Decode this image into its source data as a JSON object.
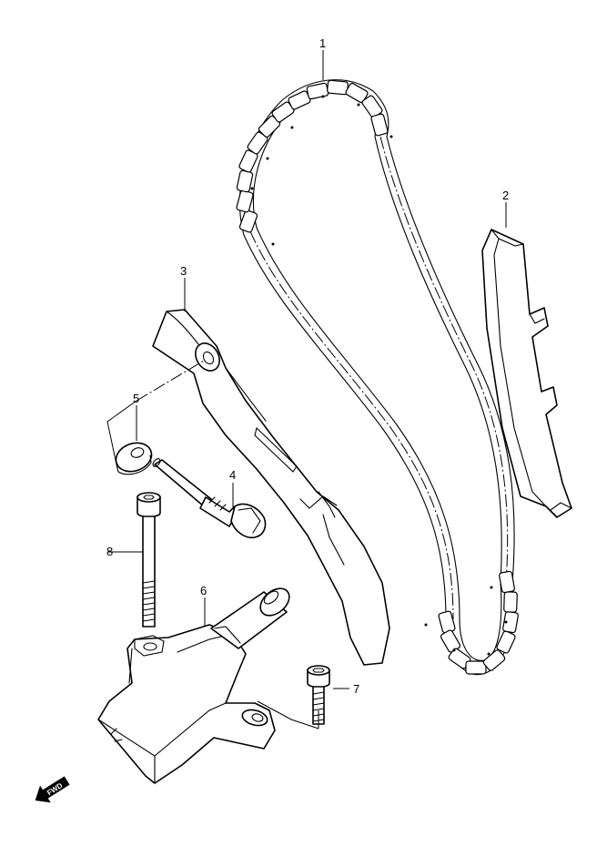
{
  "callouts": {
    "c1": "1",
    "c2": "2",
    "c3": "3",
    "c4": "4",
    "c5": "5",
    "c6": "6",
    "c7": "7",
    "c8": "8"
  },
  "fwd_label": "FWD",
  "icons": {
    "fwd": "fwd-arrow-icon"
  }
}
